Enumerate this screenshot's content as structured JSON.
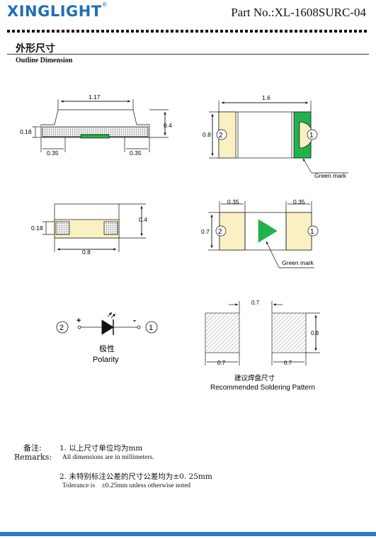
{
  "header": {
    "logo": "XINGLIGHT",
    "logo_mark": "®",
    "part_no": "Part No.:XL-1608SURC-04"
  },
  "section": {
    "title_cn": "外形尺寸",
    "title_en": "Outline Dimension"
  },
  "side_view": {
    "top_width": "1.17",
    "left_h": "0.18",
    "height": "0.4",
    "left_w": "0.35",
    "right_w": "0.35"
  },
  "top_view": {
    "width": "1.6",
    "height": "0.8",
    "pin2": "2",
    "pin1": "1",
    "mark": "Green mark"
  },
  "front_view": {
    "pad_h": "0.18",
    "height": "0.4",
    "width": "0.8"
  },
  "bottom_view": {
    "left_pad": "0.35",
    "right_pad": "0.35",
    "height": "0.7",
    "pin2": "2",
    "pin1": "1",
    "mark": "Green mark"
  },
  "polarity": {
    "pin2": "2",
    "pin1": "1",
    "plus": "+",
    "minus": "-",
    "label_cn": "极性",
    "label_en": "Polarity"
  },
  "solder": {
    "top_gap": "0.7",
    "height": "0.8",
    "left_w": "0.7",
    "right_w": "0.7",
    "label_cn": "建议焊盘尺寸",
    "label_en": "Recommended Soldering Pattern"
  },
  "remarks": {
    "label_cn": "备注:",
    "label_en": "Remarks:",
    "note1_cn": "1. 以上尺寸单位均为mm",
    "note1_en": "All dimensions are in millimeters.",
    "note2_cn": "2. 未特别标注公差的尺寸公差均为±0. 25mm",
    "note2_en": "Tolerance is    ±0.25mm unless otherwise noted"
  },
  "colors": {
    "brand": "#1f6fb8",
    "pad": "#fbf0c4",
    "green": "#22b14c",
    "bar": "#2b7ac2"
  }
}
